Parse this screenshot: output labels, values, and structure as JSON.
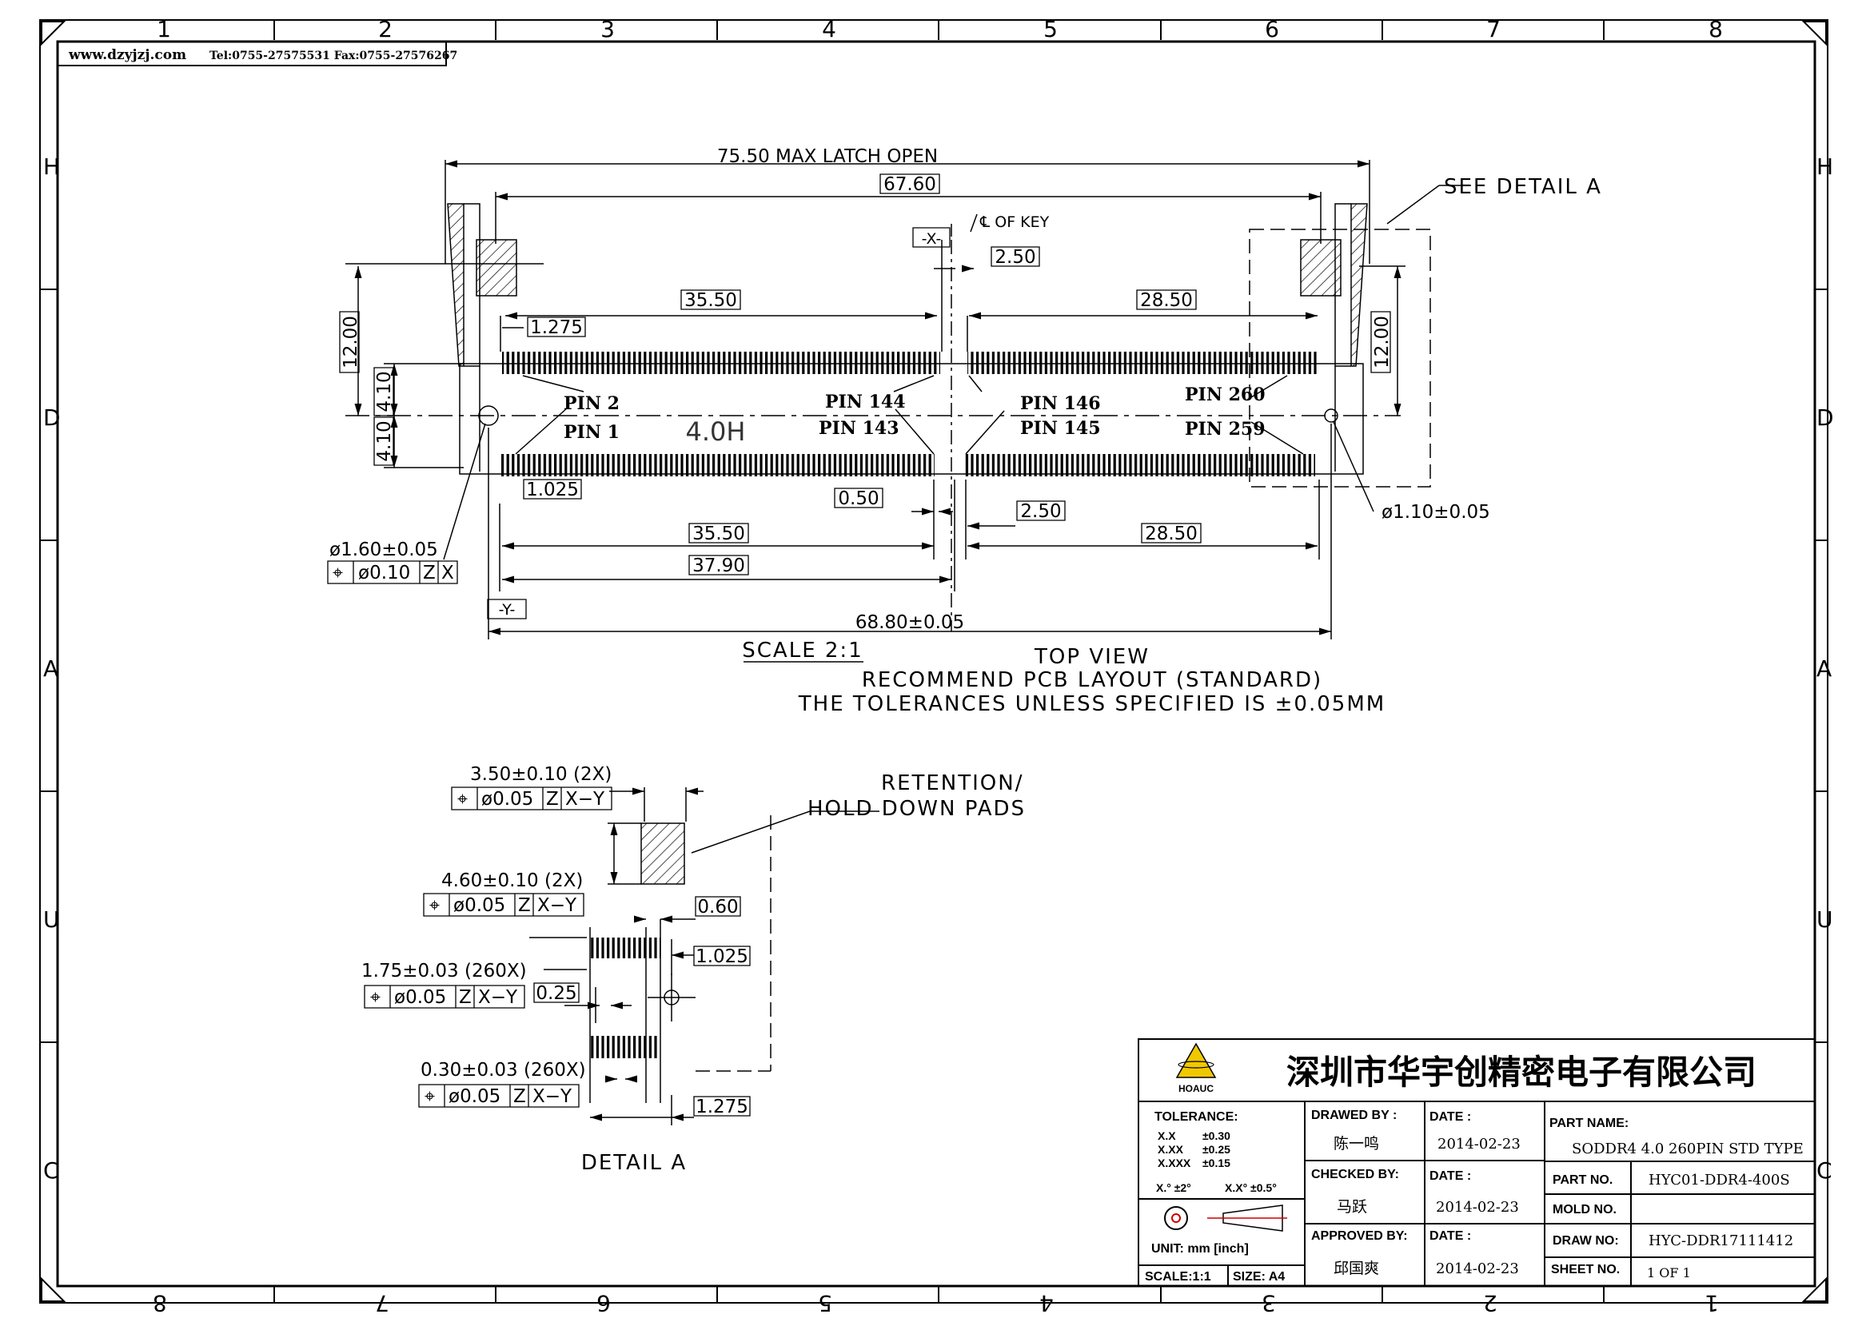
{
  "header": {
    "website": "www.dzyjzj.com",
    "contact": "Tel:0755-27575531  Fax:0755-27576267"
  },
  "zones": {
    "cols_top": [
      "1",
      "2",
      "3",
      "4",
      "5",
      "6",
      "7",
      "8"
    ],
    "cols_bottom": [
      "8",
      "7",
      "6",
      "5",
      "4",
      "3",
      "2",
      "1"
    ],
    "rows": [
      "H",
      "D",
      "A",
      "U",
      "C"
    ]
  },
  "top_view": {
    "dim_latch_open": "75.50  MAX  LATCH  OPEN",
    "dim_overall": "67.60",
    "dim_35_50_top": "35.50",
    "dim_28_50_top": "28.50",
    "dim_2_50_top": "2.50",
    "dim_1_275": "1.275",
    "dim_12_left": "12.00",
    "dim_12_right": "12.00",
    "dim_4_10_a": "4.10",
    "dim_4_10_b": "4.10",
    "dim_1_025": "1.025",
    "dim_0_50": "0.50",
    "dim_35_50_bottom": "35.50",
    "dim_37_90": "37.90",
    "dim_2_50_bottom": "2.50",
    "dim_28_50_bottom": "28.50",
    "dim_68_80": "68.80±0.05",
    "hole_left": "ø1.60±0.05",
    "hole_right": "ø1.10±0.05",
    "fcf_left": [
      "⌖",
      "ø0.10",
      "Z",
      "X"
    ],
    "datum_x": "-X-",
    "datum_y": "-Y-",
    "cl_key": "℄  OF  KEY",
    "height_label": "4.0H",
    "see_detail": "SEE  DETAIL  A",
    "pin_2": "PIN 2",
    "pin_1": "PIN 1",
    "pin_144": "PIN 144",
    "pin_143": "PIN 143",
    "pin_146": "PIN 146",
    "pin_145": "PIN 145",
    "pin_260": "PIN 260",
    "pin_259": "PIN 259",
    "scale": "SCALE  2:1",
    "caption_1": "TOP  VIEW",
    "caption_2": "RECOMMEND  PCB  LAYOUT  (STANDARD)",
    "caption_3": "THE  TOLERANCES  UNLESS  SPECIFIED  IS  ±0.05MM"
  },
  "detail_a": {
    "dim_3_50": "3.50±0.10  (2X)",
    "fcf_1": [
      "⌖",
      "ø0.05",
      "Z",
      "X−Y"
    ],
    "retention_1": "RETENTION/",
    "retention_2": "HOLD  DOWN  PADS",
    "dim_4_60": "4.60±0.10  (2X)",
    "fcf_2": [
      "⌖",
      "ø0.05",
      "Z",
      "X−Y"
    ],
    "dim_0_60": "0.60",
    "dim_1_025": "1.025",
    "dim_1_75": "1.75±0.03  (260X)",
    "fcf_3": [
      "⌖",
      "ø0.05",
      "Z",
      "X−Y"
    ],
    "dim_0_25": "0.25",
    "dim_0_30": "0.30±0.03  (260X)",
    "fcf_4": [
      "⌖",
      "ø0.05",
      "Z",
      "X−Y"
    ],
    "dim_1_275": "1.275",
    "caption": "DETAIL  A"
  },
  "title_block": {
    "company": "深圳市华宇创精密电子有限公司",
    "logo_text": "HOAUC",
    "tolerance_label": "TOLERANCE:",
    "tol_x": "X.X",
    "tol_x_val": "±0.30",
    "tol_xx": "X.XX",
    "tol_xx_val": "±0.25",
    "tol_xxx": "X.XXX",
    "tol_xxx_val": "±0.15",
    "tol_angle_1": "X.°  ±2°",
    "tol_angle_2": "X.X°  ±0.5°",
    "unit": "UNIT:  mm  [inch]",
    "scale": "SCALE:1:1",
    "size": "SIZE:  A4",
    "drawn_by_label": "DRAWED  BY  :",
    "drawn_by": "陈一鸣",
    "checked_by_label": "CHECKED  BY:",
    "checked_by": "马跃",
    "approved_by_label": "APPROVED  BY:",
    "approved_by": "邱国爽",
    "date_label": "DATE  :",
    "date_1": "2014-02-23",
    "date_2": "2014-02-23",
    "date_3": "2014-02-23",
    "part_name_label": "PART  NAME:",
    "part_name": "SODDR4  4.0  260PIN  STD  TYPE",
    "part_no_label": "PART  NO.",
    "part_no": "HYC01-DDR4-400S",
    "mold_no_label": "MOLD  NO.",
    "mold_no": "",
    "draw_no_label": "DRAW  NO:",
    "draw_no": "HYC-DDR17111412",
    "sheet_no_label": "SHEET  NO.",
    "sheet_no": "1  OF  1"
  }
}
